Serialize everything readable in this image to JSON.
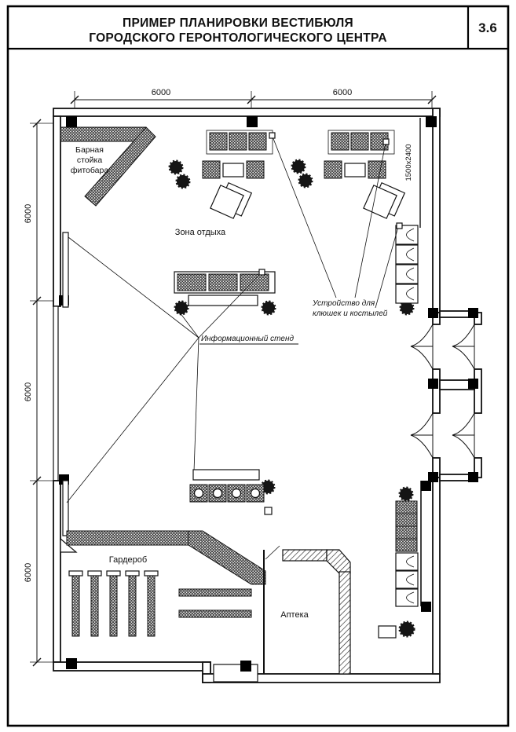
{
  "header": {
    "title_line1": "ПРИМЕР ПЛАНИРОВКИ ВЕСТИБЮЛЯ",
    "title_line2": "ГОРОДСКОГО ГЕРОНТОЛОГИЧЕСКОГО ЦЕНТРА",
    "sheet_number": "3.6"
  },
  "dimensions": {
    "top_left": "6000",
    "top_right": "6000",
    "left_top": "6000",
    "left_middle": "6000",
    "left_bottom": "6000",
    "door_size": "1500x2400"
  },
  "labels": {
    "bar_line1": "Барная",
    "bar_line2": "стойка",
    "bar_line3": "фитобара",
    "rest_zone": "Зона отдыха",
    "info_stand": "Информационный стенд",
    "device_line1": "Устройство для",
    "device_line2": "клюшек и костылей",
    "cloakroom": "Гардероб",
    "pharmacy": "Аптека"
  }
}
